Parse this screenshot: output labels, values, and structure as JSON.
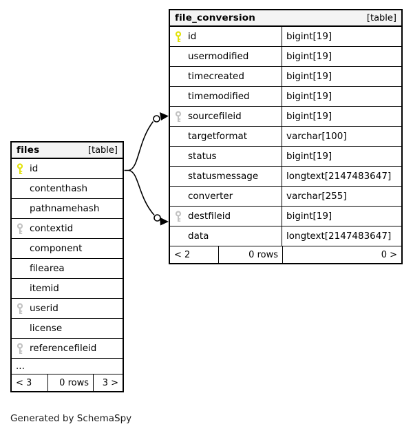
{
  "page": {
    "footer_note": "Generated by SchemaSpy"
  },
  "colors": {
    "primary_key": "#e2e20a",
    "foreign_key": "#c2c2c2",
    "header_bg": "#f4f4f4",
    "border": "#000000",
    "relationship_line": "#000000"
  },
  "tables": [
    {
      "name": "file_conversion",
      "badge": "[table]",
      "columns": [
        {
          "key": "primary",
          "name": "id",
          "type": "bigint[19]"
        },
        {
          "key": "",
          "name": "usermodified",
          "type": "bigint[19]"
        },
        {
          "key": "",
          "name": "timecreated",
          "type": "bigint[19]"
        },
        {
          "key": "",
          "name": "timemodified",
          "type": "bigint[19]"
        },
        {
          "key": "foreign",
          "name": "sourcefileid",
          "type": "bigint[19]"
        },
        {
          "key": "",
          "name": "targetformat",
          "type": "varchar[100]"
        },
        {
          "key": "",
          "name": "status",
          "type": "bigint[19]"
        },
        {
          "key": "",
          "name": "statusmessage",
          "type": "longtext[2147483647]"
        },
        {
          "key": "",
          "name": "converter",
          "type": "varchar[255]"
        },
        {
          "key": "foreign",
          "name": "destfileid",
          "type": "bigint[19]"
        },
        {
          "key": "",
          "name": "data",
          "type": "longtext[2147483647]"
        }
      ],
      "footer": {
        "parents": "< 2",
        "rows": "0 rows",
        "children": "0 >"
      }
    },
    {
      "name": "files",
      "badge": "[table]",
      "columns": [
        {
          "key": "primary",
          "name": "id"
        },
        {
          "key": "",
          "name": "contenthash"
        },
        {
          "key": "",
          "name": "pathnamehash"
        },
        {
          "key": "foreign",
          "name": "contextid"
        },
        {
          "key": "",
          "name": "component"
        },
        {
          "key": "",
          "name": "filearea"
        },
        {
          "key": "",
          "name": "itemid"
        },
        {
          "key": "foreign",
          "name": "userid"
        },
        {
          "key": "",
          "name": "license"
        },
        {
          "key": "foreign",
          "name": "referencefileid"
        }
      ],
      "ellipsis": "...",
      "footer": {
        "parents": "< 3",
        "rows": "0 rows",
        "children": "3 >"
      }
    }
  ],
  "relationships": [
    {
      "from": "files.id",
      "to": "file_conversion.sourcefileid"
    },
    {
      "from": "files.id",
      "to": "file_conversion.destfileid"
    }
  ]
}
